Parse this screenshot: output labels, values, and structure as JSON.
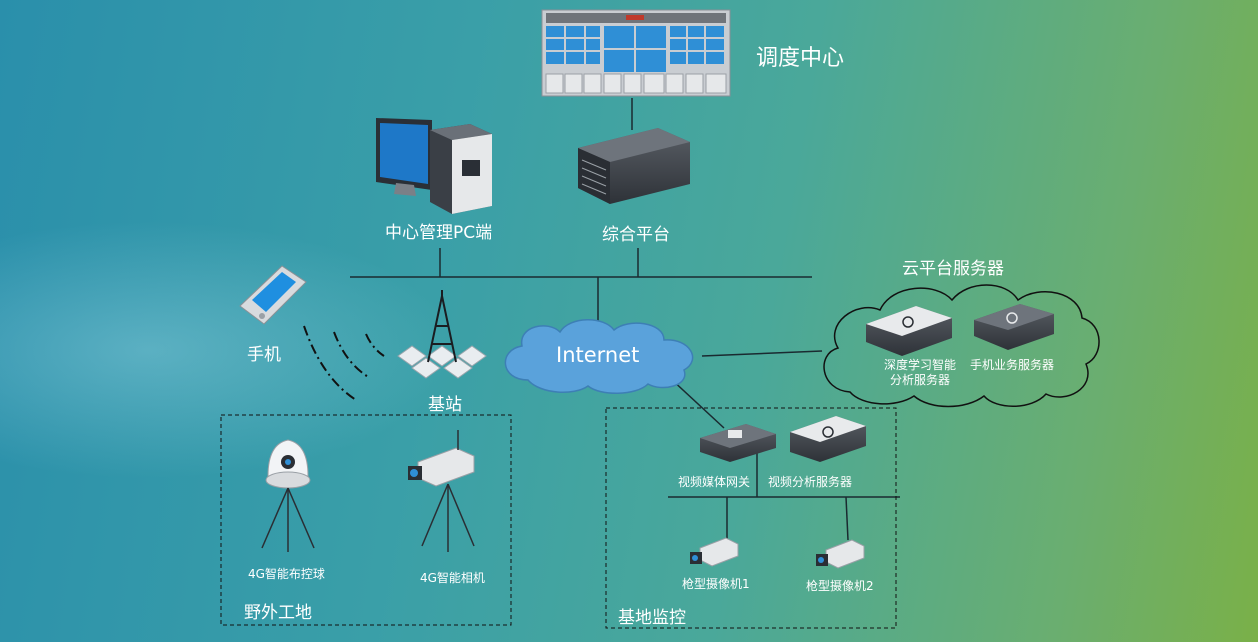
{
  "dispatch_center": "调度中心",
  "mgmt_pc": "中心管理PC端",
  "platform": "综合平台",
  "cloud_title": "云平台服务器",
  "cloud_server_a": [
    "深度学习智能",
    "分析服务器"
  ],
  "cloud_server_b": "手机业务服务器",
  "phone": "手机",
  "base_station": "基站",
  "internet": "Internet",
  "field_title": "野外工地",
  "field_dome": "4G智能布控球",
  "field_camera": "4G智能相机",
  "base_title": "基地监控",
  "gateway": "视频媒体网关",
  "analysis_server": "视频分析服务器",
  "camera1": "枪型摄像机1",
  "camera2": "枪型摄像机2"
}
